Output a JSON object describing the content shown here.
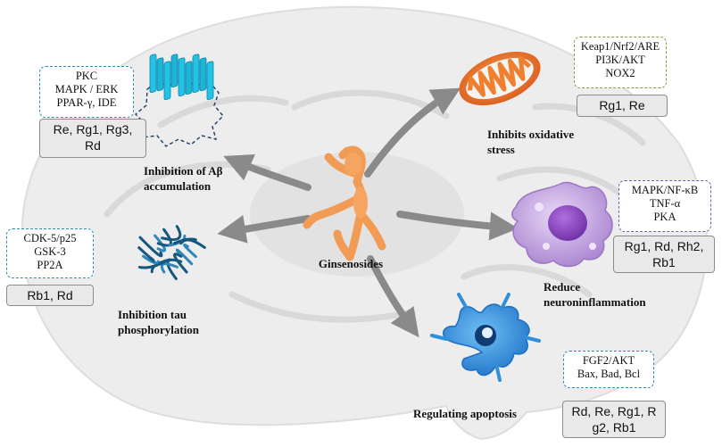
{
  "center": {
    "label": "Ginsenosides"
  },
  "effects": {
    "abeta": {
      "caption": [
        "Inhibition of Aβ",
        "accumulation"
      ],
      "pathways": [
        "PKC",
        "MAPK / ERK",
        "PPAR-γ, IDE"
      ],
      "agents": [
        "Re, Rg1, Rg3,",
        "Rd"
      ]
    },
    "tau": {
      "caption": [
        "Inhibition tau",
        "phosphorylation"
      ],
      "pathways": [
        "CDK-5/p25",
        "GSK-3",
        "PP2A"
      ],
      "agents": [
        "Rb1, Rd"
      ]
    },
    "oxidative": {
      "caption": [
        "Inhibits oxidative",
        "stress"
      ],
      "pathways": [
        "Keap1/Nrf2/ARE",
        "PI3K/AKT",
        "NOX2"
      ],
      "agents": [
        "Rg1, Re"
      ]
    },
    "inflammation": {
      "caption": [
        "Reduce",
        "neuroninflammation"
      ],
      "pathways": [
        "MAPK/NF-κB",
        "TNF-α",
        "PKA"
      ],
      "agents": [
        "Rg1, Rd, Rh2,",
        "Rb1"
      ]
    },
    "apoptosis": {
      "caption": [
        "Regulating apoptosis"
      ],
      "pathways": [
        "FGF2/AKT",
        "Bax, Bad, Bcl"
      ],
      "agents": [
        "Rd, Re, Rg1, R",
        "g2, Rb1"
      ]
    }
  },
  "colors": {
    "arrow": "#8a8a8a",
    "brain": "#ececec",
    "ginseng": "#f6a560",
    "fibril": "#1fb3d6",
    "tau": "#15577f",
    "mitochondria": "#e6722b",
    "microglia": "#b48fd6",
    "neuron": "#2f8fd8"
  }
}
